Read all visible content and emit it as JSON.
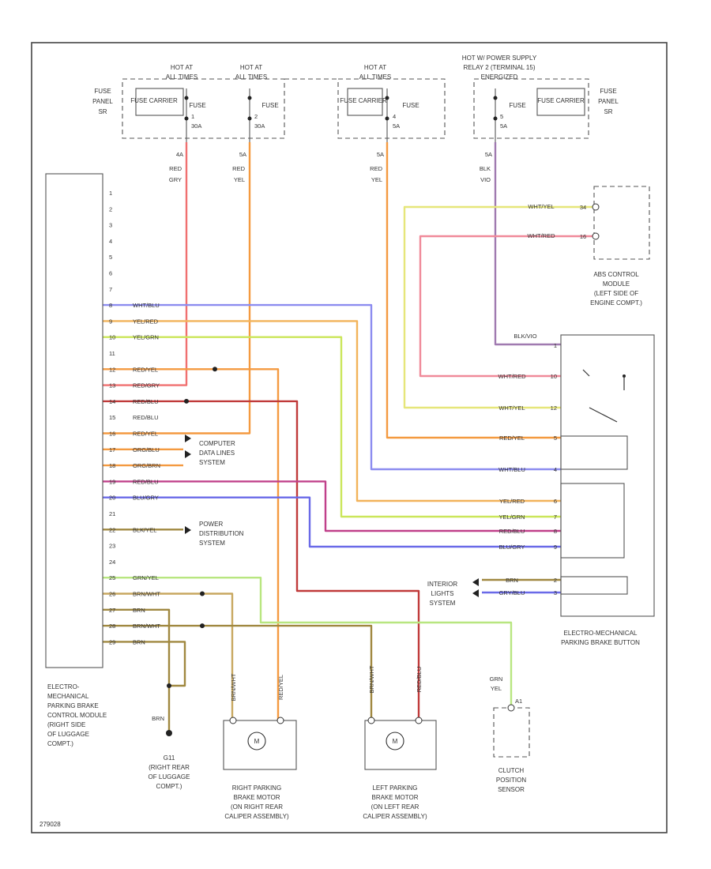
{
  "colors": {
    "red_grn": "#f07070",
    "red_yel": "#f49a40",
    "wht_yel": "#e6e67a",
    "wht_red": "#f08a9a",
    "blu_vio": "#a07ab0",
    "wht_blu": "#8c8cf0",
    "yel_red": "#f2b35a",
    "yel_grn": "#cbe65a",
    "red_blu": "#c03a3a",
    "red_vio": "#c0408a",
    "blu_gry": "#6a6ae8",
    "gry_yel": "#b8e680",
    "brn": "#a08840",
    "brn_wht": "#c8a860",
    "frame": "#444444"
  },
  "fuse_panel_left": {
    "label_1": "FUSE",
    "label_2": "PANEL",
    "label_3": "SR"
  },
  "fuse_panel_right": {
    "label_1": "FUSE",
    "label_2": "PANEL",
    "label_3": "SR"
  },
  "hot_labels": [
    {
      "line1": "HOT AT",
      "line2": "ALL TIMES"
    },
    {
      "line1": "HOT AT",
      "line2": "ALL TIMES"
    },
    {
      "line1": "HOT AT",
      "line2": "ALL TIMES"
    }
  ],
  "hot_relay": {
    "line1": "HOT W/ POWER SUPPLY",
    "line2": "RELAY 2 (TERMINAL 15)",
    "line3": "ENERGIZED"
  },
  "fuses": [
    {
      "carrier": "FUSE CARRIER",
      "fuse": "FUSE",
      "num": "1",
      "amps": "30A"
    },
    {
      "carrier": "FUSE CARRIER",
      "fuse": "FUSE",
      "num": "2",
      "amps": "30A"
    },
    {
      "carrier": "FUSE CARRIER",
      "fuse": "FUSE",
      "num": "4",
      "amps": "5A"
    },
    {
      "carrier": "FUSE CARRIER",
      "fuse": "FUSE",
      "num": "5",
      "amps": "5A"
    }
  ],
  "feed_wires": [
    {
      "pin": "4A",
      "color1": "RED",
      "color2": "GRY"
    },
    {
      "pin": "5A",
      "color1": "RED",
      "color2": "YEL"
    },
    {
      "pin": "5A",
      "color1": "RED",
      "color2": "YEL"
    },
    {
      "pin": "5A",
      "color1": "BLK",
      "color2": "VIO"
    }
  ],
  "module_pins": [
    "1",
    "2",
    "3",
    "4",
    "5",
    "6",
    "7",
    "8",
    "9",
    "10",
    "11",
    "12",
    "13",
    "14",
    "15",
    "16",
    "17",
    "18",
    "19",
    "20",
    "21",
    "22",
    "23",
    "24",
    "25",
    "26",
    "27",
    "28",
    "29"
  ],
  "module_wires": [
    {
      "pin": "8",
      "color": "WHT/BLU"
    },
    {
      "pin": "9",
      "color": "YEL/RED"
    },
    {
      "pin": "10",
      "color": "YEL/GRN"
    },
    {
      "pin": "12",
      "color": "RED/YEL"
    },
    {
      "pin": "13",
      "color": "RED/GRY"
    },
    {
      "pin": "14",
      "color": "RED/BLU"
    },
    {
      "pin": "15",
      "color": "RED/BLU"
    },
    {
      "pin": "16",
      "color": "RED/YEL"
    },
    {
      "pin": "17",
      "color": "ORG/BLU"
    },
    {
      "pin": "18",
      "color": "ORG/BRN"
    },
    {
      "pin": "19",
      "color": "RED/BLU"
    },
    {
      "pin": "20",
      "color": "BLU/GRY"
    },
    {
      "pin": "22",
      "color": "BLK/YEL"
    },
    {
      "pin": "25",
      "color": "GRN/YEL"
    },
    {
      "pin": "26",
      "color": "BRN/WHT"
    },
    {
      "pin": "27",
      "color": "BRN"
    },
    {
      "pin": "28",
      "color": "BRN/WHT"
    },
    {
      "pin": "29",
      "color": "BRN"
    }
  ],
  "computer_data": {
    "line1": "COMPUTER",
    "line2": "DATA LINES",
    "line3": "SYSTEM"
  },
  "power_dist": {
    "line1": "POWER",
    "line2": "DISTRIBUTION",
    "line3": "SYSTEM"
  },
  "abs_module": {
    "line1": "ABS CONTROL",
    "line2": "MODULE",
    "line3": "(LEFT SIDE OF",
    "line4": "ENGINE COMPT.)",
    "pin_a": "34",
    "pin_b": "16",
    "wire_a": "WHT/YEL",
    "wire_b": "WHT/RED"
  },
  "button": {
    "line1": "ELECTRO-MECHANICAL",
    "line2": "PARKING BRAKE BUTTON",
    "feed": "BLK/VIO",
    "feed_pin": "1",
    "rows": [
      {
        "color": "WHT/RED",
        "pin": "10"
      },
      {
        "color": "WHT/YEL",
        "pin": "12"
      },
      {
        "color": "RED/YEL",
        "pin": "5"
      },
      {
        "color": "WHT/BLU",
        "pin": "4"
      },
      {
        "color": "YEL/RED",
        "pin": "6"
      },
      {
        "color": "YEL/GRN",
        "pin": "7"
      },
      {
        "color": "RED/BLU",
        "pin": "8"
      },
      {
        "color": "BLU/GRY",
        "pin": "9"
      },
      {
        "color": "BRN",
        "pin": "2"
      },
      {
        "color": "GRY/BLU",
        "pin": "3"
      }
    ]
  },
  "interior_lights": {
    "line1": "INTERIOR",
    "line2": "LIGHTS",
    "line3": "SYSTEM"
  },
  "module_label": {
    "line1": "ELECTRO-",
    "line2": "MECHANICAL",
    "line3": "PARKING BRAKE",
    "line4": "CONTROL MODULE",
    "line5": "(RIGHT SIDE",
    "line6": "OF LUGGAGE",
    "line7": "COMPT.)"
  },
  "ground": {
    "wire": "BRN",
    "id": "G11",
    "line1": "(RIGHT REAR",
    "line2": "OF LUGGAGE",
    "line3": "COMPT.)"
  },
  "right_motor": {
    "line1": "RIGHT PARKING",
    "line2": "BRAKE MOTOR",
    "line3": "(ON RIGHT REAR",
    "line4": "CALIPER ASSEMBLY)",
    "wire_a": "BRN/WHT",
    "wire_b": "RED/YEL",
    "motor": "M"
  },
  "left_motor": {
    "line1": "LEFT PARKING",
    "line2": "BRAKE MOTOR",
    "line3": "(ON LEFT REAR",
    "line4": "CALIPER ASSEMBLY)",
    "wire_a": "BRN/WHT",
    "wire_b": "RED/BLU",
    "motor": "M"
  },
  "clutch": {
    "line1": "CLUTCH",
    "line2": "POSITION",
    "line3": "SENSOR",
    "wire1": "GRN",
    "wire2": "YEL",
    "pin": "A1"
  },
  "footer_code": "279028"
}
